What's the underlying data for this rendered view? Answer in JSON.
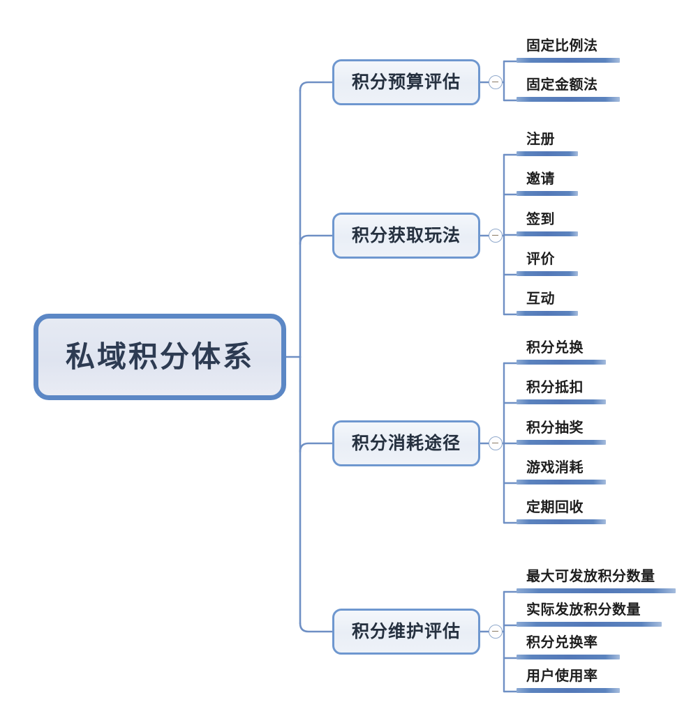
{
  "diagram": {
    "type": "mind-map",
    "title": "私域积分体系",
    "root": {
      "label": "私域积分体系",
      "fill_color": "#e3e7f1",
      "border_color": "#5b87c5"
    },
    "toggle_icon": "collapse-minus-icon",
    "branches": [
      {
        "label": "积分预算评估",
        "children": [
          {
            "label": "固定比例法"
          },
          {
            "label": "固定金额法"
          }
        ]
      },
      {
        "label": "积分获取玩法",
        "children": [
          {
            "label": "注册"
          },
          {
            "label": "邀请"
          },
          {
            "label": "签到"
          },
          {
            "label": "评价"
          },
          {
            "label": "互动"
          }
        ]
      },
      {
        "label": "积分消耗途径",
        "children": [
          {
            "label": "积分兑换"
          },
          {
            "label": "积分抵扣"
          },
          {
            "label": "积分抽奖"
          },
          {
            "label": "游戏消耗"
          },
          {
            "label": "定期回收"
          }
        ]
      },
      {
        "label": "积分维护评估",
        "children": [
          {
            "label": "最大可发放积分数量"
          },
          {
            "label": "实际发放积分数量"
          },
          {
            "label": "积分兑换率"
          },
          {
            "label": "用户使用率"
          }
        ]
      }
    ],
    "colors": {
      "connector": "#6e8fc4",
      "leaf_bar": "#5378b8",
      "branch_border": "#6e97cf",
      "text": "#1d1d1d"
    }
  }
}
